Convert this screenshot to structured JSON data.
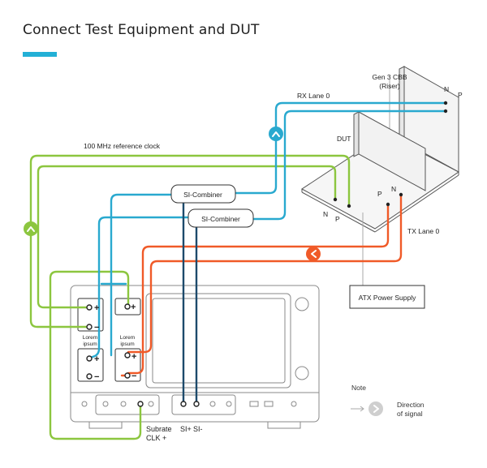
{
  "title": "Connect Test Equipment and DUT",
  "colors": {
    "accent": "#23b0d6",
    "blue_cable": "#29a9cf",
    "green_cable": "#8cc63f",
    "orange_cable": "#f05a28",
    "navy_cable": "#1d4a6b",
    "outline": "#6b6b6b",
    "arrow_gray": "#c8c8c8"
  },
  "labels": {
    "cbb": "Gen 3 CBB",
    "riser": "(Riser)",
    "rx_lane": "RX Lane 0",
    "dut": "DUT",
    "ref_clock": "100 MHz reference clock",
    "combiner1": "SI-Combiner",
    "combiner2": "SI-Combiner",
    "tx_lane": "TX Lane 0",
    "atx": "ATX Power Supply",
    "cbb_n": "N",
    "cbb_p": "P",
    "dut_p": "P",
    "dut_n": "N",
    "clk_n": "N",
    "clk_p": "P",
    "plus": "+",
    "minus": "−",
    "lorem1_a": "Lorem",
    "lorem1_b": "ipsum",
    "lorem2_a": "Lorem",
    "lorem2_b": "ipsum",
    "subrate_a": "Subrate",
    "subrate_b": "CLK +",
    "si_plus": "SI+",
    "si_minus": "SI-"
  },
  "legend": {
    "note": "Note",
    "direction_a": "Direction",
    "direction_b": "of signal"
  },
  "icons": {
    "rx_arrow": "up-arrow-icon",
    "clock_arrow": "up-arrow-icon",
    "tx_arrow": "left-arrow-icon",
    "legend_arrow": "right-arrow-icon"
  }
}
